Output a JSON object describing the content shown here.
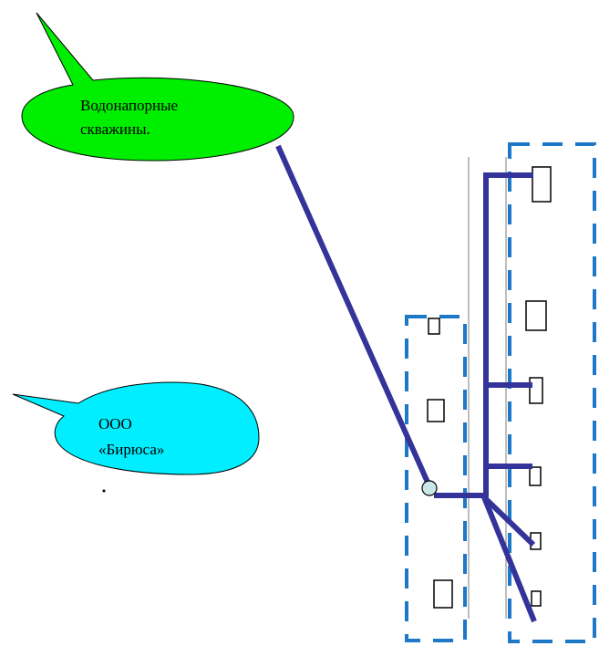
{
  "callouts": [
    {
      "id": "wells",
      "lines": [
        "Водонапорные",
        "скважины."
      ],
      "fill": "#00ee00"
    },
    {
      "id": "company",
      "lines": [
        "ООО",
        "«Бирюса»"
      ],
      "fill": "#00eeff"
    }
  ],
  "colors": {
    "pipe": "#333399",
    "zone_border": "#1e78c8",
    "street_line": "#7f7f7f",
    "node_fill": "#c8e8e8",
    "outline": "#000000"
  },
  "icons": [
    "speech-bubble",
    "water-pipe",
    "junction-node",
    "house",
    "dashed-zone"
  ]
}
